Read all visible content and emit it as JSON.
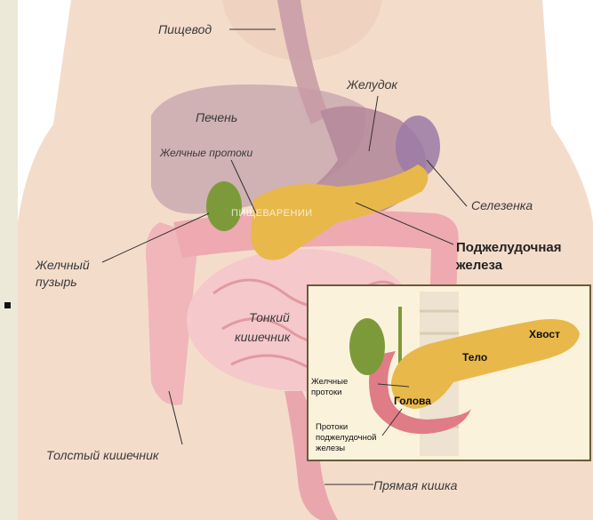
{
  "labels": {
    "esophagus": "Пищевод",
    "stomach": "Желудок",
    "liver": "Печень",
    "bile_ducts": "Желчные протоки",
    "spleen": "Селезенка",
    "pancreas_line1": "Поджелудочная",
    "pancreas_line2": "железа",
    "gallbladder_line1": "Желчный",
    "gallbladder_line2": "пузырь",
    "small_intestine_line1": "Тонкий",
    "small_intestine_line2": "кишечник",
    "large_intestine": "Толстый кишечник",
    "rectum": "Прямая кишка"
  },
  "inset": {
    "tail": "Хвост",
    "body": "Тело",
    "head": "Голова",
    "bile_ducts_line1": "Желчные",
    "bile_ducts_line2": "протоки",
    "pancreatic_ducts_line1": "Протоки",
    "pancreatic_ducts_line2": "поджелудочной",
    "pancreatic_ducts_line3": "железы"
  },
  "watermark": "ПИЩЕВАРЕНИИ",
  "colors": {
    "background": "#ece9d8",
    "skin": "#f4dccb",
    "liver": "#c9a9b0",
    "stomach": "#b58a9a",
    "pancreas": "#e8b84a",
    "intestine": "#f0b6ba",
    "gallbladder": "#7d9a3a",
    "inset_border": "#6b5a3a"
  }
}
